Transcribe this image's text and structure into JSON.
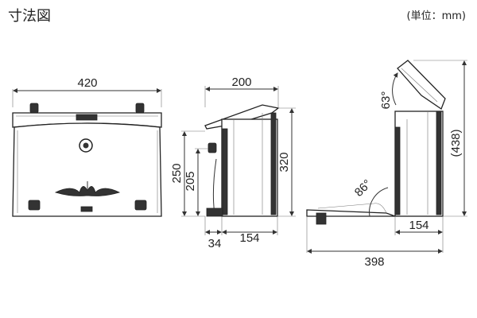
{
  "header": {
    "title": "寸法図",
    "unit": "(単位：mm)"
  },
  "front_view": {
    "width": "420"
  },
  "side_view": {
    "top_width": "200",
    "height_outer": "250",
    "height_inner": "205",
    "height_total": "320",
    "depth_left": "34",
    "depth_body": "154"
  },
  "open_view": {
    "lid_angle": "63°",
    "flap_angle": "86°",
    "height_open": "(438)",
    "depth_body": "154",
    "depth_total": "398"
  }
}
